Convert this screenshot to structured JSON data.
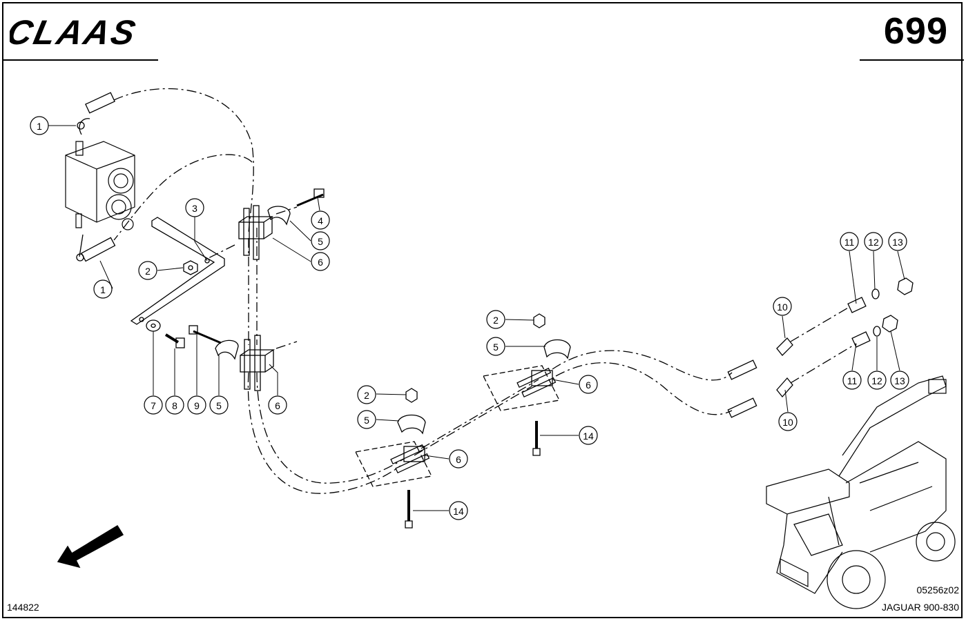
{
  "header": {
    "brand": "CLAAS",
    "page_number": "699"
  },
  "footer": {
    "drawing_number": "144822",
    "reference_code": "05256z02",
    "model": "JAGUAR 900-830"
  },
  "callouts": [
    {
      "id": "c1a",
      "label": "1"
    },
    {
      "id": "c1b",
      "label": "1"
    },
    {
      "id": "c2a",
      "label": "2"
    },
    {
      "id": "c3",
      "label": "3"
    },
    {
      "id": "c4",
      "label": "4"
    },
    {
      "id": "c5a",
      "label": "5"
    },
    {
      "id": "c6a",
      "label": "6"
    },
    {
      "id": "c7",
      "label": "7"
    },
    {
      "id": "c8",
      "label": "8"
    },
    {
      "id": "c9",
      "label": "9"
    },
    {
      "id": "c5b",
      "label": "5"
    },
    {
      "id": "c6b",
      "label": "6"
    },
    {
      "id": "c2b",
      "label": "2"
    },
    {
      "id": "c5c",
      "label": "5"
    },
    {
      "id": "c6c",
      "label": "6"
    },
    {
      "id": "c14a",
      "label": "14"
    },
    {
      "id": "c2c",
      "label": "2"
    },
    {
      "id": "c5d",
      "label": "5"
    },
    {
      "id": "c6d",
      "label": "6"
    },
    {
      "id": "c14b",
      "label": "14"
    },
    {
      "id": "c10a",
      "label": "10"
    },
    {
      "id": "c10b",
      "label": "10"
    },
    {
      "id": "c11a",
      "label": "11"
    },
    {
      "id": "c12a",
      "label": "12"
    },
    {
      "id": "c13a",
      "label": "13"
    },
    {
      "id": "c11b",
      "label": "11"
    },
    {
      "id": "c12b",
      "label": "12"
    },
    {
      "id": "c13b",
      "label": "13"
    }
  ]
}
